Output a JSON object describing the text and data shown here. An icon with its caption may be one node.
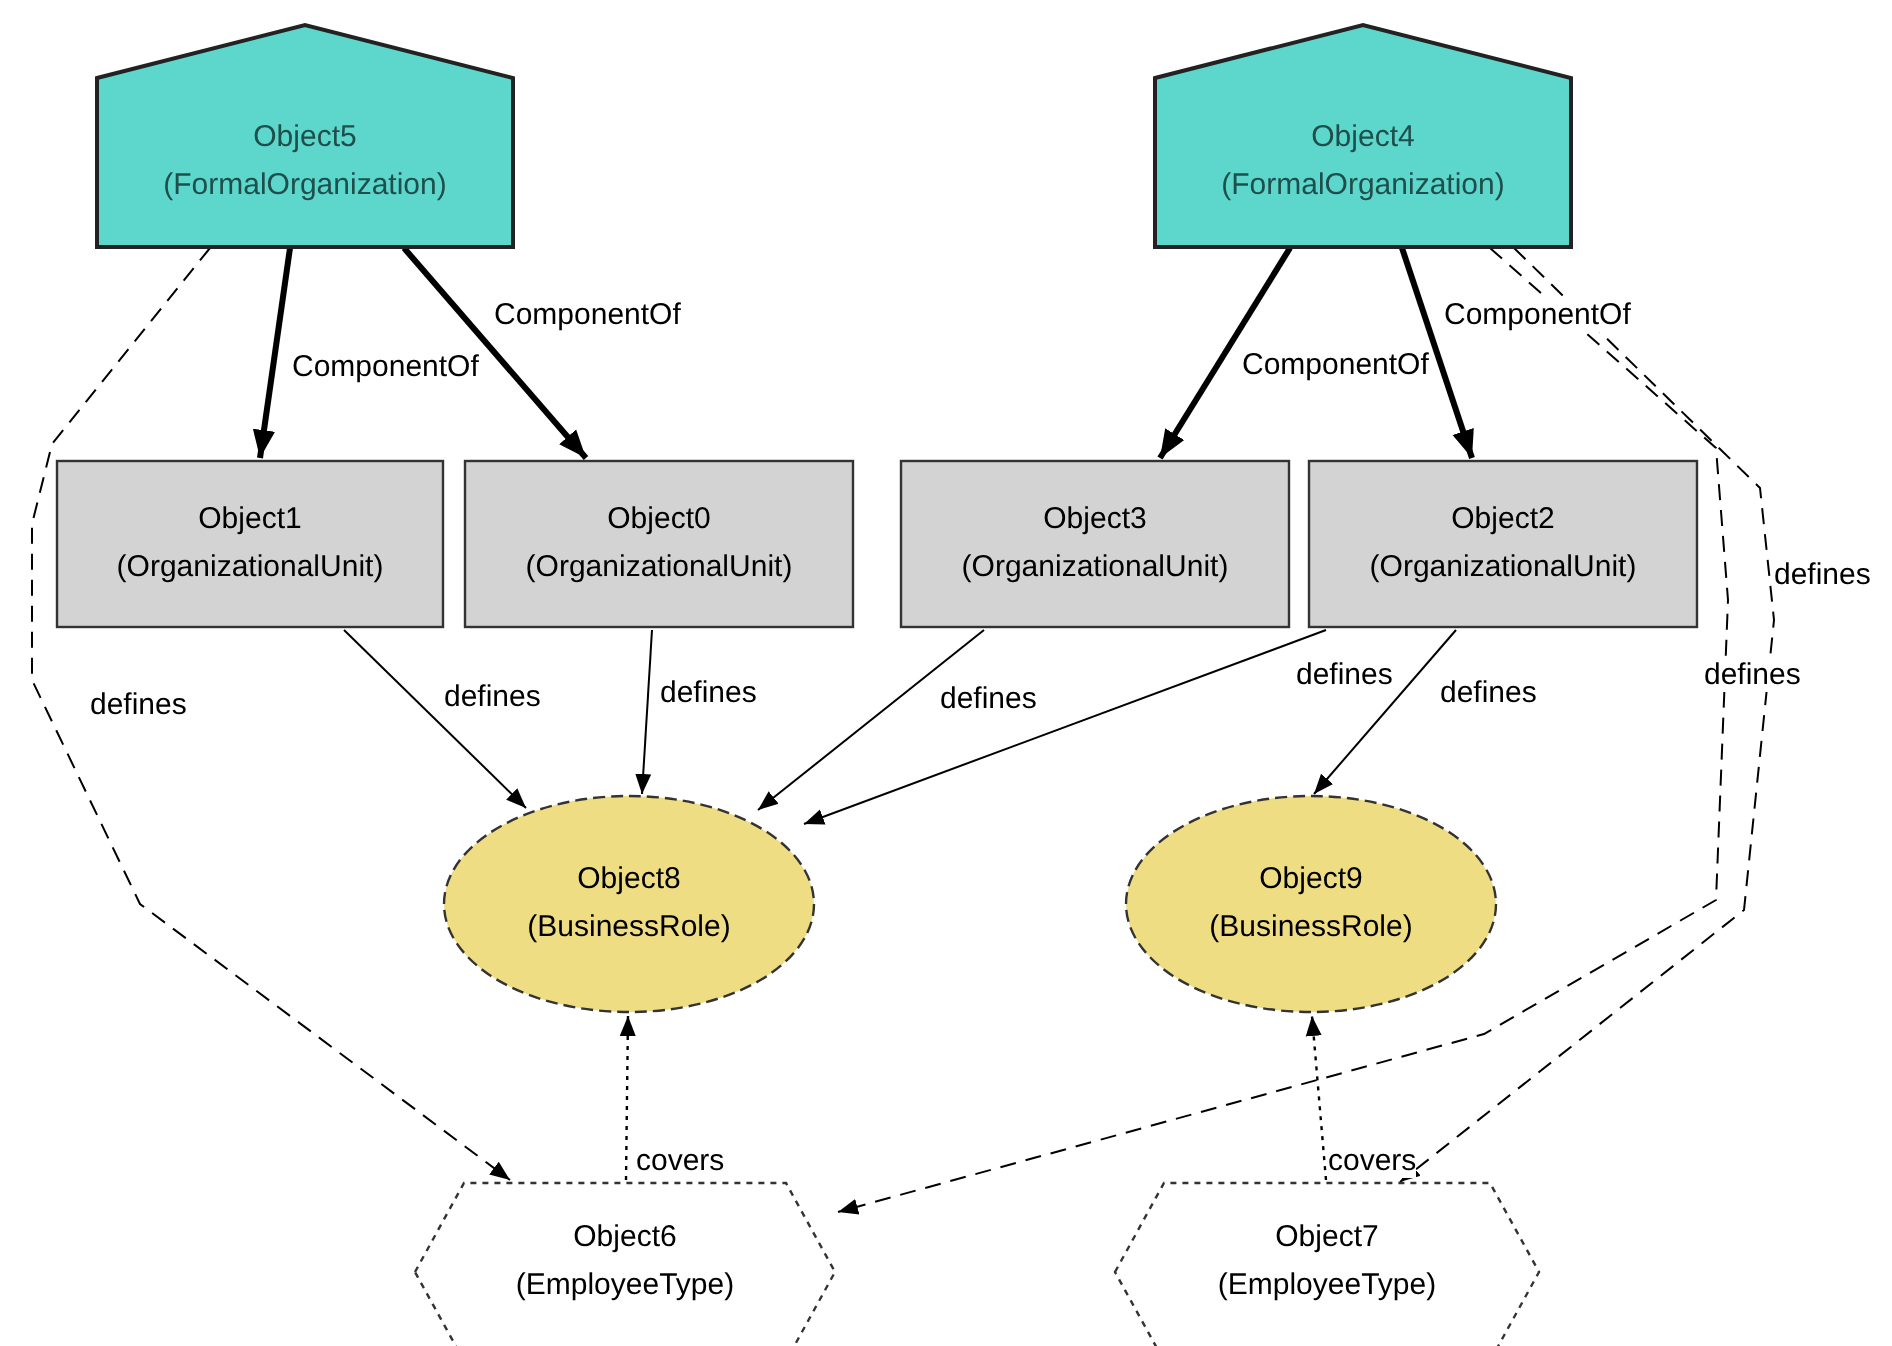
{
  "diagram": {
    "nodes": [
      {
        "text": [
          "Object5",
          "(FormalOrganization)"
        ]
      },
      {
        "text": [
          "Object4",
          "(FormalOrganization)"
        ]
      },
      {
        "text": [
          "Object1",
          "(OrganizationalUnit)"
        ]
      },
      {
        "text": [
          "Object0",
          "(OrganizationalUnit)"
        ]
      },
      {
        "text": [
          "Object3",
          "(OrganizationalUnit)"
        ]
      },
      {
        "text": [
          "Object2",
          "(OrganizationalUnit)"
        ]
      },
      {
        "text": [
          "Object8",
          "(BusinessRole)"
        ]
      },
      {
        "text": [
          "Object9",
          "(BusinessRole)"
        ]
      },
      {
        "text": [
          "Object6",
          "(EmployeeType)"
        ]
      },
      {
        "text": [
          "Object7",
          "(EmployeeType)"
        ]
      }
    ],
    "edges": [
      {
        "from": 0,
        "to": 2,
        "arrow": "to",
        "label": "ComponentOf",
        "style": "thick"
      },
      {
        "from": 0,
        "to": 3,
        "arrow": "to",
        "label": "ComponentOf",
        "style": "thick"
      },
      {
        "from": 1,
        "to": 4,
        "arrow": "to",
        "label": "ComponentOf",
        "style": "thick"
      },
      {
        "from": 1,
        "to": 5,
        "arrow": "to",
        "label": "ComponentOf",
        "style": "thick"
      },
      {
        "from": 2,
        "to": 6,
        "arrow": "to",
        "label": "defines"
      },
      {
        "from": 3,
        "to": 6,
        "arrow": "to",
        "label": "defines"
      },
      {
        "from": 4,
        "to": 6,
        "arrow": "to",
        "label": "defines"
      },
      {
        "from": 5,
        "to": 6,
        "arrow": "to",
        "label": "defines"
      },
      {
        "from": 5,
        "to": 7,
        "arrow": "to",
        "label": "defines"
      },
      {
        "from": 0,
        "to": 8,
        "arrow": "to",
        "label": "defines",
        "style": "dashed"
      },
      {
        "from": 1,
        "to": 8,
        "arrow": "to",
        "label": "defines",
        "style": "dashed"
      },
      {
        "from": 1,
        "to": 9,
        "arrow": "to",
        "label": "defines",
        "style": "dashed"
      },
      {
        "from": 8,
        "to": 6,
        "arrow": "to",
        "label": "covers",
        "style": "dashed"
      },
      {
        "from": 9,
        "to": 7,
        "arrow": "to",
        "label": "covers",
        "style": "dashed"
      }
    ]
  }
}
